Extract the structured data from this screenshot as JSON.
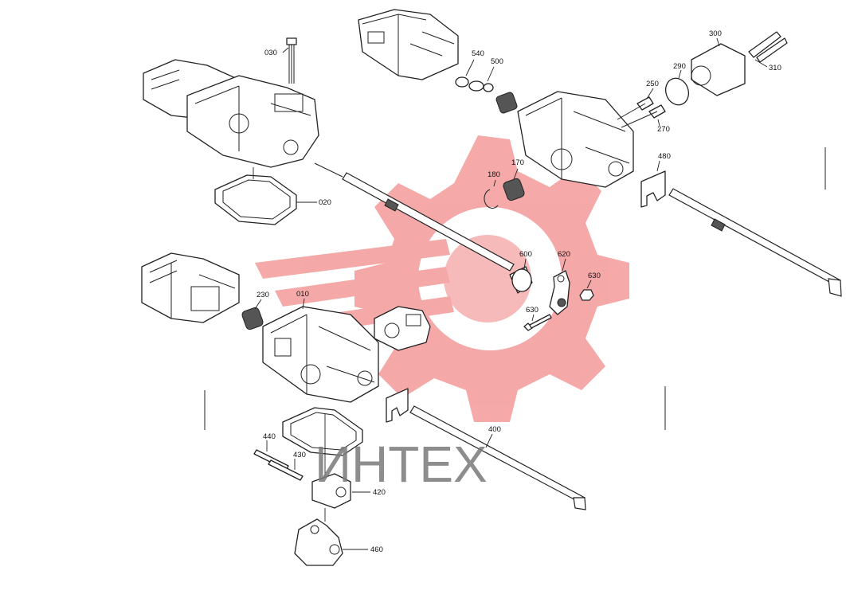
{
  "watermark": {
    "text": "ИНТЕХ",
    "color": "#f28b8b"
  },
  "labels": {
    "p030": "030",
    "p020": "020",
    "p540": "540",
    "p500": "500",
    "p300": "300",
    "p290": "290",
    "p310": "310",
    "p250": "250",
    "p270": "270",
    "p180": "180",
    "p170": "170",
    "p480": "480",
    "p600": "600",
    "p620": "620",
    "p630a": "630",
    "p630b": "630",
    "p230": "230",
    "p010": "010",
    "p400": "400",
    "p440": "440",
    "p430": "430",
    "p420": "420",
    "p460": "460"
  }
}
